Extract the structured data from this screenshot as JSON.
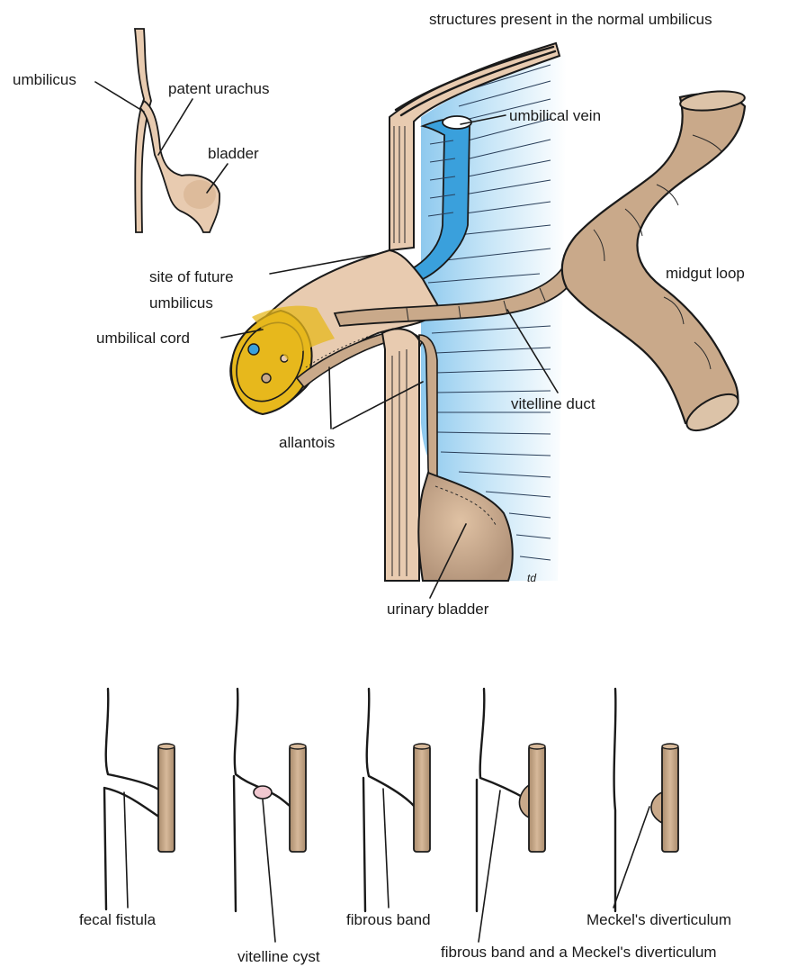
{
  "labels": {
    "header": "structures present in the normal umbilicus",
    "umbilicus": "umbilicus",
    "patent_urachus": "patent urachus",
    "bladder": "bladder",
    "umbilical_vein": "umbilical vein",
    "midgut_loop": "midgut loop",
    "site_future_1": "site of future",
    "site_future_2": "umbilicus",
    "umbilical_cord": "umbilical cord",
    "allantois": "allantois",
    "vitelline_duct": "vitelline duct",
    "urinary_bladder": "urinary bladder",
    "signature": "td",
    "fecal_fistula": "fecal fistula",
    "vitelline_cyst": "vitelline cyst",
    "fibrous_band": "fibrous band",
    "fibrous_band_meckel": "fibrous band and a Meckel's diverticulum",
    "meckel": "Meckel's diverticulum"
  },
  "colors": {
    "skin_tan": "#e8cbb0",
    "gut_brown": "#c9a98a",
    "vein_blue": "#3aa0dc",
    "cord_yellow": "#e7b81c",
    "cavity_blue": "#b7ddf3",
    "outline": "#1a1a1a"
  }
}
